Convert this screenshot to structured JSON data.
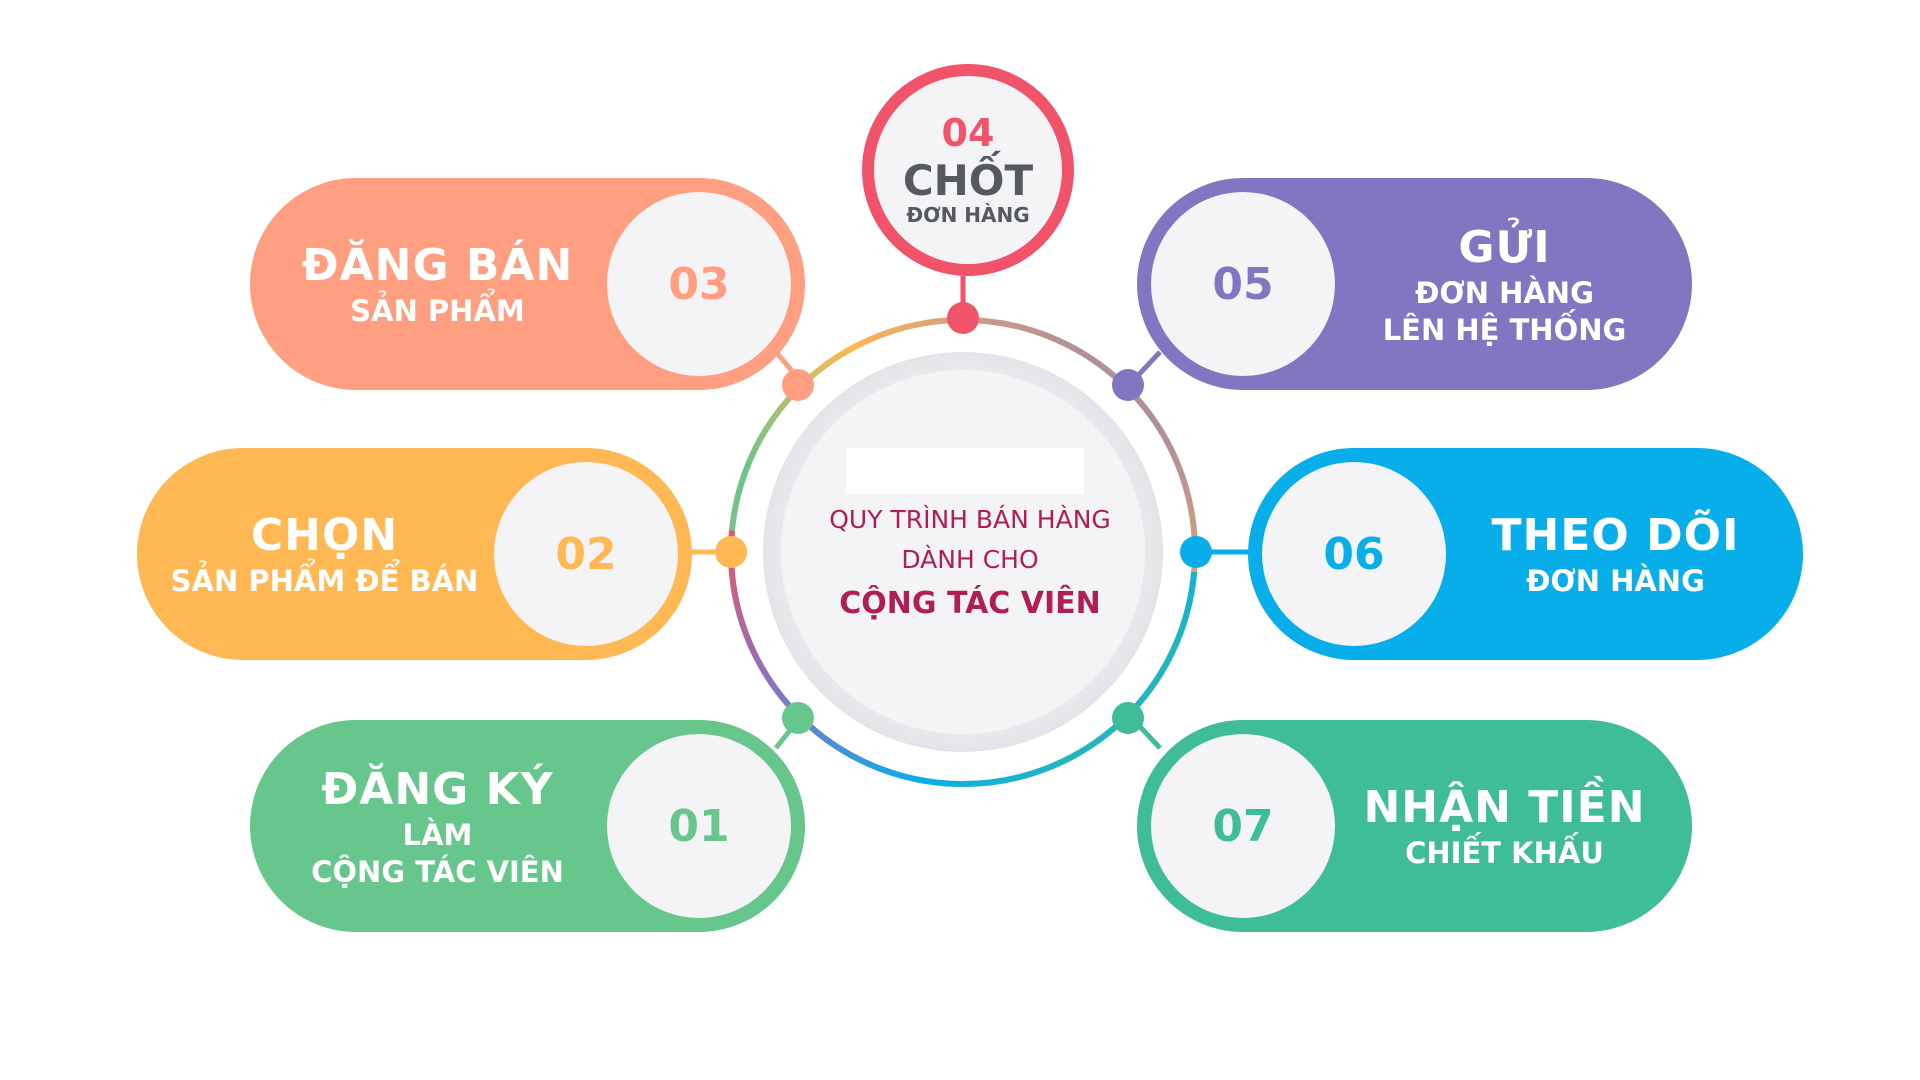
{
  "diagram": {
    "center": {
      "line1": "QUY TRÌNH BÁN HÀNG",
      "line2": "DÀNH CHO",
      "line3": "CỘNG TÁC VIÊN"
    },
    "steps": [
      {
        "number": "01",
        "title": "ĐĂNG KÝ",
        "subtitle_lines": [
          "LÀM",
          "CỘNG TÁC VIÊN"
        ],
        "color": "#66c68b"
      },
      {
        "number": "02",
        "title": "CHỌN",
        "subtitle_lines": [
          "SẢN PHẨM ĐỂ BÁN"
        ],
        "color": "#ffb854"
      },
      {
        "number": "03",
        "title": "ĐĂNG BÁN",
        "subtitle_lines": [
          "SẢN PHẨM"
        ],
        "color": "#ff9e80"
      },
      {
        "number": "04",
        "title": "CHỐT",
        "subtitle_lines": [
          "ĐƠN HÀNG"
        ],
        "color": "#f1536b"
      },
      {
        "number": "05",
        "title": "GỬI",
        "subtitle_lines": [
          "ĐƠN HÀNG",
          "LÊN HỆ THỐNG"
        ],
        "color": "#8276c3"
      },
      {
        "number": "06",
        "title": "THEO DÕI",
        "subtitle_lines": [
          "ĐƠN HÀNG"
        ],
        "color": "#08aeea"
      },
      {
        "number": "07",
        "title": "NHẬN TIỀN",
        "subtitle_lines": [
          "CHIẾT KHẤU"
        ],
        "color": "#3ebd98"
      }
    ]
  }
}
